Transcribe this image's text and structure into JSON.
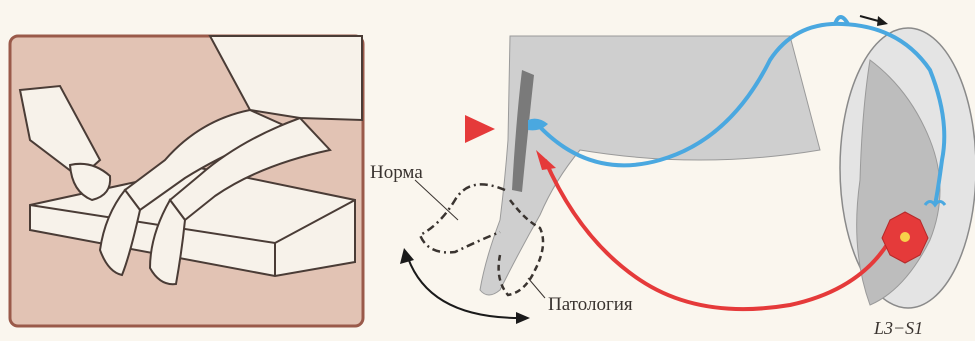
{
  "labels": {
    "norm": "Норма",
    "pathology": "Патология",
    "segment": "L3−S1"
  },
  "colors": {
    "background": "#faf6ee",
    "panel_fill": "#e2c3b4",
    "panel_border": "#9a5a4a",
    "afferent": "#4aa8e0",
    "efferent": "#e53a3a",
    "tissue_gray": "#cfcfcf",
    "cord_gray": "#bdbdbd",
    "ink": "#3a3430"
  },
  "icons": {
    "stimulus": "red-triangle-icon",
    "direction": "arrow-right-icon",
    "neuron": "motor-neuron-icon"
  }
}
